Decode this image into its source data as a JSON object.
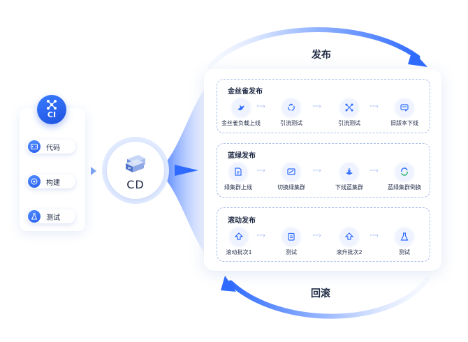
{
  "ci": {
    "title": "CI",
    "steps": [
      {
        "label": "代码",
        "icon": "code-icon"
      },
      {
        "label": "构建",
        "icon": "build-icon"
      },
      {
        "label": "测试",
        "icon": "flask-icon"
      }
    ]
  },
  "cd": {
    "title": "CD",
    "icon": "server-stack-icon"
  },
  "loop": {
    "top_label": "发布",
    "bottom_label": "回滚"
  },
  "sections": [
    {
      "title": "金丝雀发布",
      "nodes": [
        {
          "label": "金丝雀负载上线",
          "icon": "bird-icon"
        },
        {
          "label": "引流测试",
          "icon": "cycle-icon"
        },
        {
          "label": "引流测试",
          "icon": "network-icon"
        },
        {
          "label": "旧版本下线",
          "icon": "cart-icon"
        }
      ]
    },
    {
      "title": "蓝绿发布",
      "nodes": [
        {
          "label": "绿集群上线",
          "icon": "document-icon"
        },
        {
          "label": "切换绿集群",
          "icon": "switch-icon"
        },
        {
          "label": "下线蓝集群",
          "icon": "layers-icon"
        },
        {
          "label": "蓝绿集群倒换",
          "icon": "swap-icon"
        }
      ]
    },
    {
      "title": "滚动发布",
      "nodes": [
        {
          "label": "滚动批次1",
          "icon": "upload-icon"
        },
        {
          "label": "测试",
          "icon": "clipboard-icon"
        },
        {
          "label": "滚升批次2",
          "icon": "upload-icon"
        },
        {
          "label": "测试",
          "icon": "flask-icon"
        }
      ]
    }
  ],
  "colors": {
    "accent": "#2f6bff",
    "light": "#e2ebff",
    "dash": "#a9bde8"
  }
}
